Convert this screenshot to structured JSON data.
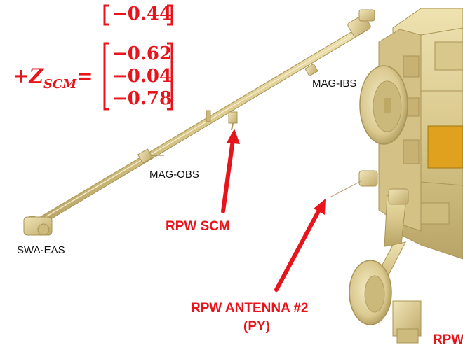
{
  "vector_top": {
    "last_component": "−0.44"
  },
  "vector_z": {
    "label_prefix": "+Z",
    "label_subscript": "SCM",
    "equals": "=",
    "components": [
      "−0.62",
      "−0.04",
      "−0.78"
    ]
  },
  "instrument_labels": {
    "mag_ibs": "MAG-IBS",
    "mag_obs": "MAG-OBS",
    "swa_eas": "SWA-EAS"
  },
  "callouts": {
    "rpw_scm": "RPW SCM",
    "rpw_antenna_line1": "RPW ANTENNA #2",
    "rpw_antenna_line2": "(PY)",
    "rpw_cut": "RPW"
  },
  "colors": {
    "annotation_red": "#e8141b",
    "spacecraft_gold": "#d8c88a"
  }
}
